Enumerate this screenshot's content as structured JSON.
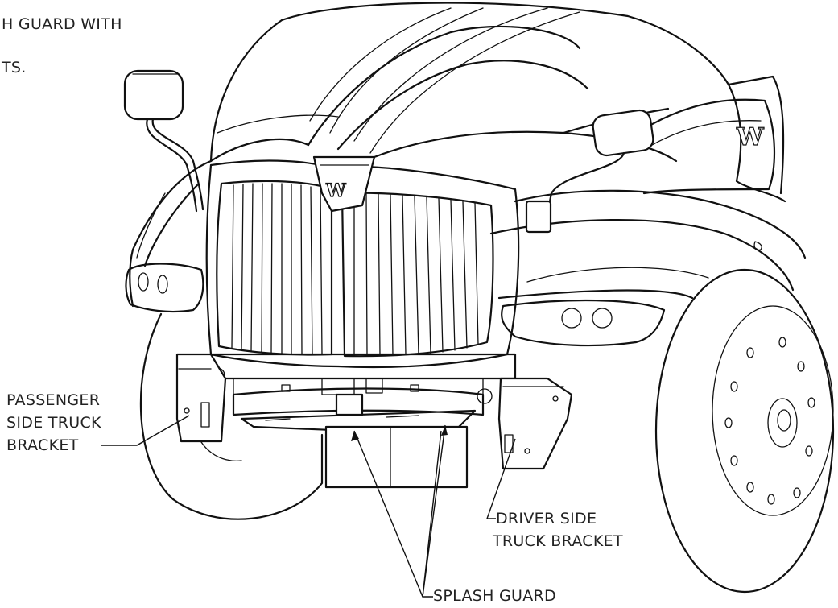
{
  "header_text": {
    "line1": "H GUARD WITH",
    "line2": "TS."
  },
  "callouts": {
    "passenger": [
      "PASSENGER",
      "SIDE TRUCK",
      "BRACKET"
    ],
    "driver": [
      "DRIVER SIDE",
      "TRUCK BRACKET"
    ],
    "splash": "SPLASH GUARD"
  },
  "logo_text": "W"
}
